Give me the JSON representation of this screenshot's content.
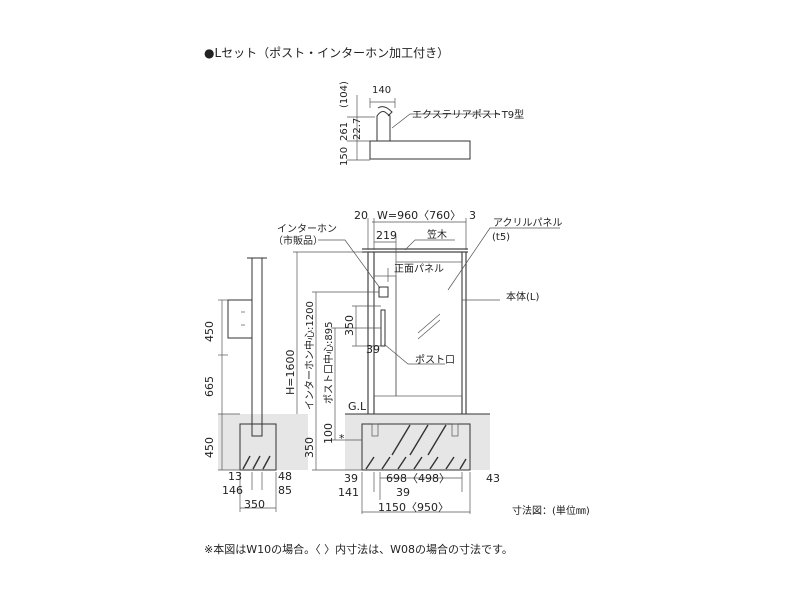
{
  "title": "●Lセット（ポスト・インターホン加工付き）",
  "top_figure": {
    "dim_top_paren": "(104)",
    "dim_140": "140",
    "dim_261": "261",
    "dim_227": "22.7",
    "dim_150": "150",
    "label_post": "エクステリアポストT9型"
  },
  "side_view": {
    "dim_450_upper": "450",
    "dim_665": "665",
    "dim_450_lower": "450",
    "dim_13": "13",
    "dim_48": "48",
    "dim_146": "146",
    "dim_85": "85",
    "dim_350": "350"
  },
  "front_view": {
    "dim_20": "20",
    "dim_width": "W=960〈760〉",
    "dim_3": "3",
    "dim_219": "219",
    "dim_height": "H=1600",
    "dim_intercom_center": "インターホン中心:1200",
    "dim_post_center": "ポスト口中心:895",
    "dim_350": "350",
    "dim_39_mid": "39",
    "dim_100": "100",
    "dim_350_lower": "350",
    "asterisk": "*",
    "gl": "G.L",
    "label_intercom": "インターホン",
    "label_intercom_sub": "（市販品）",
    "label_kasagi": "笠木",
    "label_acrylic": "アクリルパネル",
    "label_acrylic_sub": "(t5)",
    "label_front_panel": "正面パネル",
    "label_body": "本体(L)",
    "label_post_slot": "ポスト口",
    "dim_39_left": "39",
    "dim_698": "698〈498〉",
    "dim_43": "43",
    "dim_141": "141",
    "dim_39_bottom": "39",
    "dim_1150": "1150〈950〉"
  },
  "unit_label": "寸法図：(単位㎜)",
  "footnote": "※本図はW10の場合。〈 〉内寸法は、W08の場合の寸法です。"
}
